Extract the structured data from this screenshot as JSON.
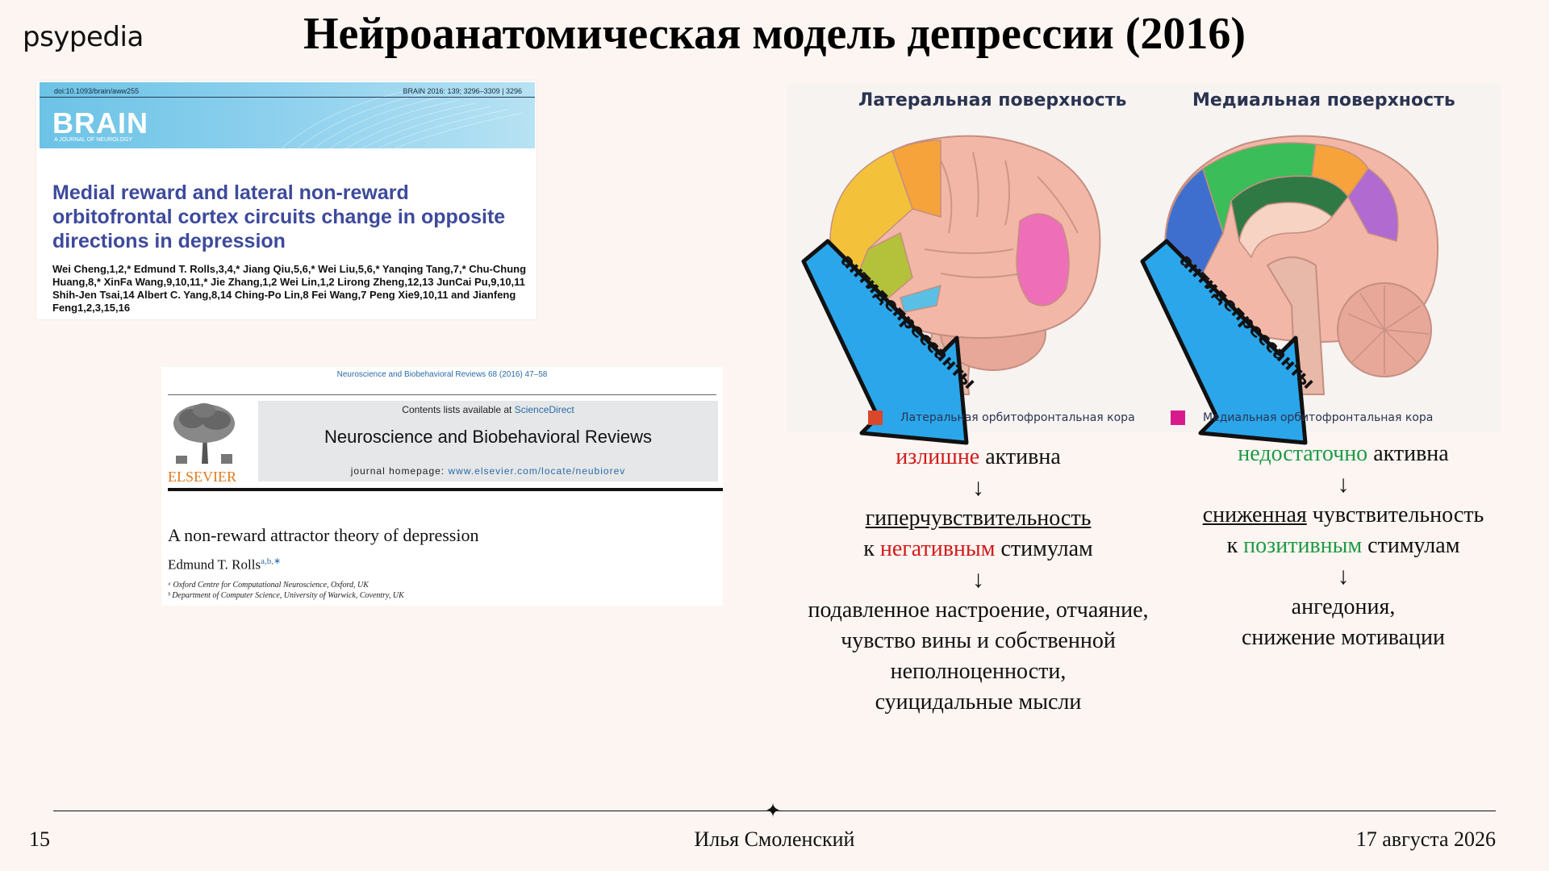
{
  "logo": "psypedia",
  "title": "Нейроанатомическая модель депрессии (2016)",
  "brain_paper": {
    "doi": "doi:10.1093/brain/aww255",
    "volume": "BRAIN 2016: 139; 3296–3309   |   3296",
    "journal": "BRAIN",
    "journal_sub": "A JOURNAL OF NEUROLOGY",
    "article_title": "Medial reward and lateral non-reward orbitofrontal cortex circuits change in opposite directions in depression",
    "authors": "Wei Cheng,1,2,* Edmund T. Rolls,3,4,* Jiang Qiu,5,6,* Wei Liu,5,6,* Yanqing Tang,7,* Chu-Chung Huang,8,* XinFa Wang,9,10,11,* Jie Zhang,1,2 Wei Lin,1,2 Lirong Zheng,12,13 JunCai Pu,9,10,11 Shih-Jen Tsai,14 Albert C. Yang,8,14 Ching-Po Lin,8 Fei Wang,7 Peng Xie9,10,11 and Jianfeng Feng1,2,3,15,16"
  },
  "elsevier_paper": {
    "top_ref": "Neuroscience and Biobehavioral Reviews 68 (2016) 47–58",
    "contents_prefix": "Contents lists available at ",
    "contents_link": "ScienceDirect",
    "journal": "Neuroscience and Biobehavioral Reviews",
    "home_prefix": "journal homepage: ",
    "home_url": "www.elsevier.com/locate/neubiorev",
    "publisher": "ELSEVIER",
    "article_title": "A non-reward attractor theory of depression",
    "author": "Edmund T. Rolls",
    "author_sup": "a,b,∗",
    "aff1": "ᵃ Oxford Centre for Computational Neuroscience, Oxford, UK",
    "aff2": "ᵇ Department of Computer Science, University of Warwick, Coventry, UK"
  },
  "figure": {
    "lateral_label": "Латеральная поверхность",
    "medial_label": "Медиальная поверхность",
    "legend_lateral": "Латеральная орбитофронтальная кора",
    "legend_medial": "Медиальная орбитофронтальная кора",
    "arrow_text_1": "антидепрессанты",
    "arrow_text_2": "антидепрессанты",
    "colors": {
      "lateral_ofc": "#d9482b",
      "medial_ofc": "#d81b8c",
      "arrow": "#2ba6ea"
    }
  },
  "left_column": {
    "l1_red": "излишне",
    "l1_rest": " активна",
    "arrow": "↓",
    "l2": "гиперчувствительность",
    "l3_pre": "к ",
    "l3_red": "негативным",
    "l3_post": " стимулам",
    "l4": "подавленное настроение, отчаяние,",
    "l5": "чувство вины и собственной",
    "l6": "неполноценности,",
    "l7": "суицидальные мысли"
  },
  "right_column": {
    "l1_green": "недостаточно",
    "l1_rest": " активна",
    "arrow": "↓",
    "l2_u": "сниженная",
    "l2_rest": " чувствительность",
    "l3_pre": "к ",
    "l3_green": "позитивным",
    "l3_post": " стимулам",
    "l4": "ангедония,",
    "l5": "снижение мотивации"
  },
  "footer": {
    "page": "15",
    "author": "Илья Смоленский",
    "date": "17 августа 2026"
  }
}
